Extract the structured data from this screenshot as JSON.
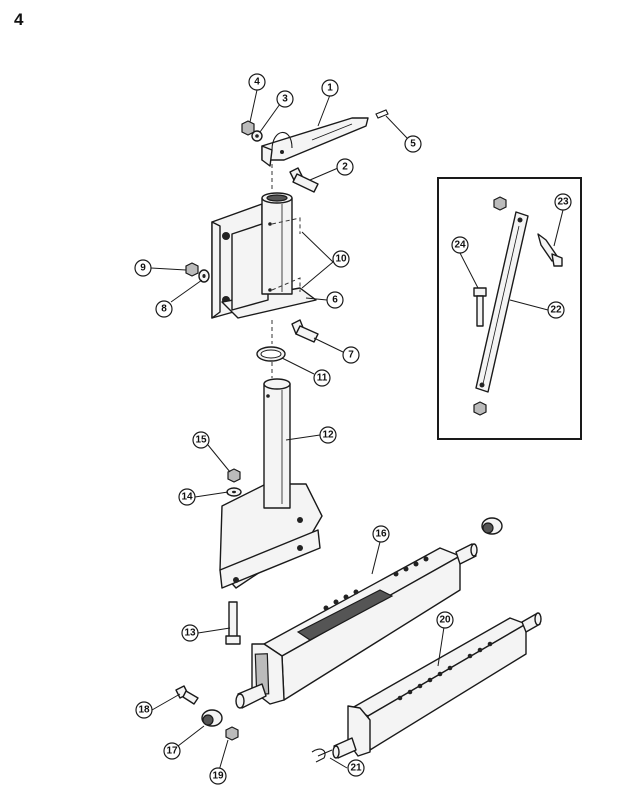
{
  "page_number": "4",
  "callouts": [
    {
      "num": "1"
    },
    {
      "num": "2"
    },
    {
      "num": "3"
    },
    {
      "num": "4"
    },
    {
      "num": "5"
    },
    {
      "num": "6"
    },
    {
      "num": "7"
    },
    {
      "num": "8"
    },
    {
      "num": "9"
    },
    {
      "num": "10"
    },
    {
      "num": "11"
    },
    {
      "num": "12"
    },
    {
      "num": "13"
    },
    {
      "num": "14"
    },
    {
      "num": "15"
    },
    {
      "num": "16"
    },
    {
      "num": "17"
    },
    {
      "num": "18"
    },
    {
      "num": "19"
    },
    {
      "num": "20"
    },
    {
      "num": "21"
    },
    {
      "num": "22"
    },
    {
      "num": "23"
    },
    {
      "num": "24"
    }
  ]
}
